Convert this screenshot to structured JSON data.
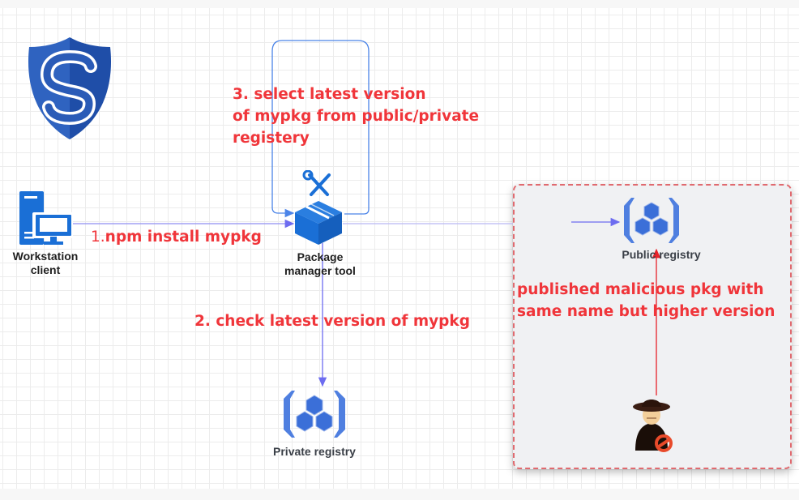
{
  "diagram": {
    "title": "Dependency confusion attack flow",
    "colors": {
      "accent_blue": "#1a6fd6",
      "step_text_red": "#f0353a",
      "attack_arrow_red": "#e8222a",
      "flow_arrow_purple": "#6d6cf0",
      "threat_zone_border": "#e06a6f",
      "threat_zone_fill": "#f0f1f3"
    },
    "logo": {
      "icon": "shield-s-logo-icon"
    },
    "nodes": {
      "workstation": {
        "label_line1": "Workstation",
        "label_line2": "client",
        "icon": "desktop-computer-icon"
      },
      "package_manager": {
        "label_line1": "Package",
        "label_line2": "manager tool",
        "icon": "package-box-tools-icon"
      },
      "private_registry": {
        "label": "Private registry",
        "icon": "registry-cubes-icon"
      },
      "public_registry": {
        "label": "Public registry",
        "icon": "registry-cubes-icon"
      },
      "attacker": {
        "icon": "hacker-spy-icon",
        "badge": "blocked-icon"
      }
    },
    "steps": {
      "step1_number": "1.",
      "step1_text": "npm install mypkg",
      "step2": "2. check latest version of mypkg",
      "step3_line1": "3. select latest version",
      "step3_line2": "of mypkg from public/private",
      "step3_line3": "registery"
    },
    "attack_note": {
      "line1": "published malicious pkg with",
      "line2": "same name but higher version"
    }
  }
}
